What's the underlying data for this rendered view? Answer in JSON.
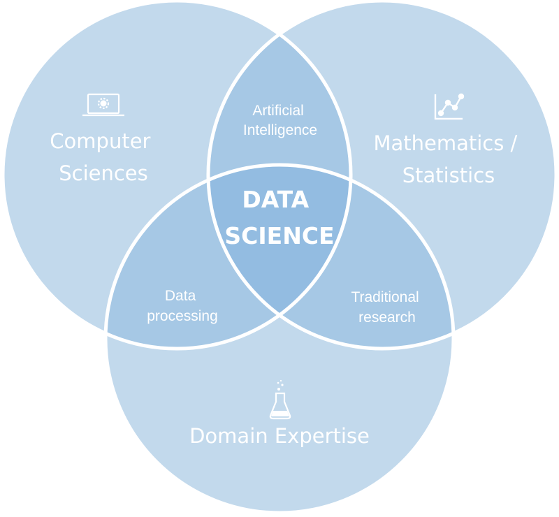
{
  "colors": {
    "circle_fill": "#c2d9ec",
    "pair_fill": "#a6c8e5",
    "center_fill": "#93bce1",
    "stroke": "#ffffff",
    "text": "#ffffff"
  },
  "sets": {
    "computer_sciences": {
      "lines": [
        "Computer",
        "Sciences"
      ],
      "icon": "laptop-icon"
    },
    "mathematics_statistics": {
      "lines": [
        "Mathematics /",
        "Statistics"
      ],
      "icon": "line-chart-icon"
    },
    "domain_expertise": {
      "lines": [
        "Domain Expertise"
      ],
      "icon": "flask-icon"
    }
  },
  "overlaps": {
    "artificial_intelligence": {
      "lines": [
        "Artificial",
        "Intelligence"
      ]
    },
    "data_processing": {
      "lines": [
        "Data",
        "processing"
      ]
    },
    "traditional_research": {
      "lines": [
        "Traditional",
        "research"
      ]
    }
  },
  "center": {
    "lines": [
      "DATA",
      "SCIENCE"
    ]
  }
}
